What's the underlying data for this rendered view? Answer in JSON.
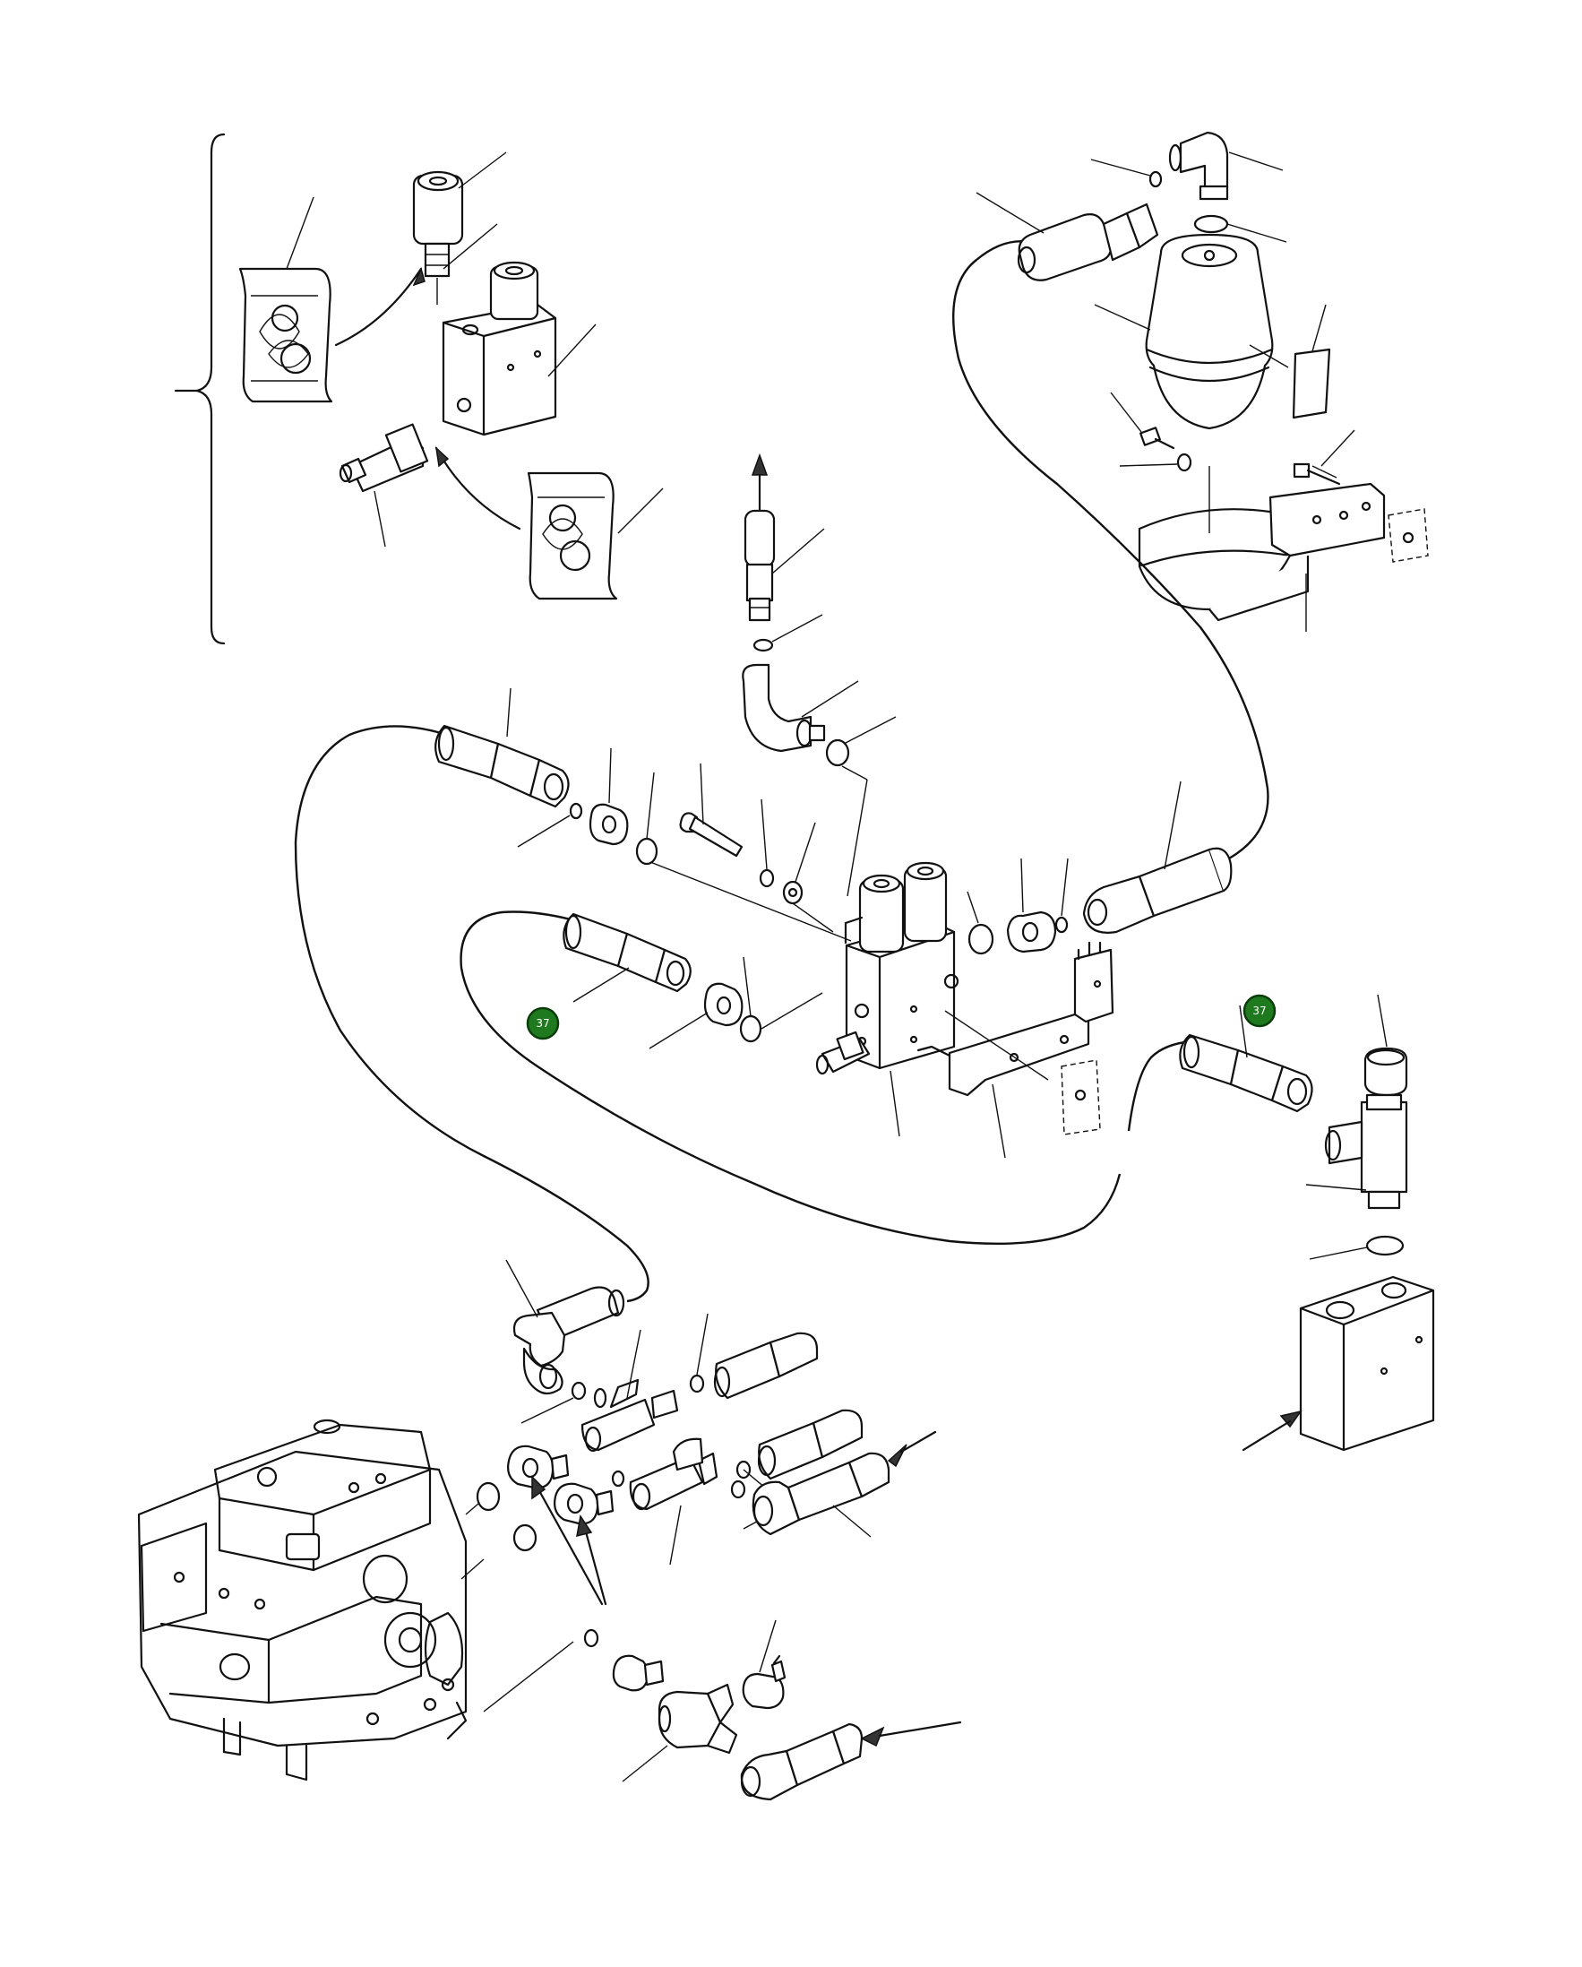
{
  "callouts": [
    {
      "id": "callout-1",
      "label": "37"
    },
    {
      "id": "callout-2",
      "label": "37"
    }
  ],
  "colors": {
    "callout_fill": "#1f7a1f",
    "callout_text": "#ffffff",
    "linework": "#111111",
    "background": "#ffffff"
  }
}
